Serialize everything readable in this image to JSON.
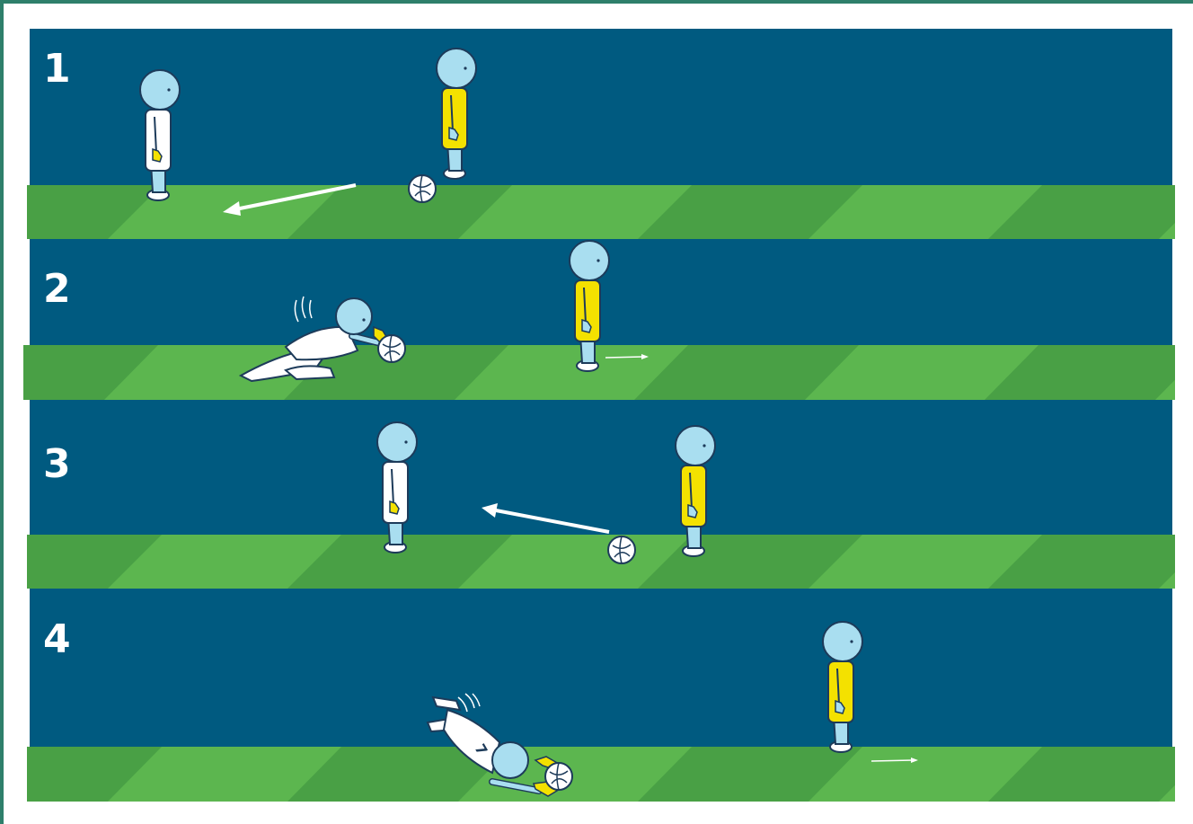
{
  "colors": {
    "sky": "#005a80",
    "grass_light": "#5cb64f",
    "grass_dark": "#49a045",
    "skin": "#a9def0",
    "outline": "#1d3b5a",
    "keeper_kit": "#ffffff",
    "gloves": "#f4e100",
    "bib": "#f4e100",
    "frame": "#2e7f6b"
  },
  "steps": [
    {
      "number": "1"
    },
    {
      "number": "2"
    },
    {
      "number": "3"
    },
    {
      "number": "4"
    }
  ],
  "icons": [
    "goalkeeper-figure",
    "yellow-bib-player-figure",
    "football-icon",
    "arrow-icon"
  ]
}
